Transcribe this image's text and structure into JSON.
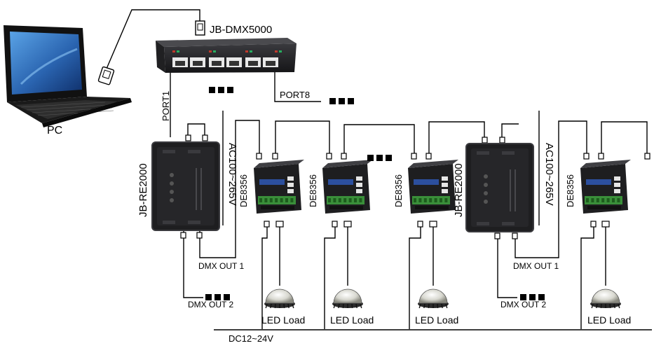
{
  "labels": {
    "pc": "PC",
    "controller": "JB-DMX5000",
    "port1": "PORT1",
    "port8": "PORT8",
    "splitter_1": "JB-RE2000",
    "splitter_2": "JB-RE2000",
    "ac_1": "AC100~265V",
    "ac_2": "AC100~265V",
    "decoder_1": "DE8356",
    "decoder_2": "DE8356",
    "decoder_3": "DE8356",
    "decoder_4": "DE8356",
    "dmx_out1_a": "DMX OUT 1",
    "dmx_out2_a": "DMX OUT 2",
    "dmx_out1_b": "DMX OUT 1",
    "dmx_out2_b": "DMX OUT 2",
    "led_1": "LED Load",
    "led_2": "LED Load",
    "led_3": "LED Load",
    "led_4": "LED Load",
    "power": "DC12~24V"
  },
  "colors": {
    "wire": "#000000",
    "device_body": "#1e1e20",
    "device_edge": "#3a3a3e",
    "screen": "#2c4f9e",
    "terminal_green": "#3a8f3a",
    "laptop_screen": "#2d6fb8",
    "port_led_red": "#c0392b",
    "port_led_green": "#27ae60"
  },
  "icons": {
    "pc": "laptop-icon",
    "controller": "dmx-controller-icon",
    "splitter": "dmx-splitter-icon",
    "decoder": "dmx-decoder-icon",
    "led": "led-dome-light-icon",
    "ellipsis": "ellipsis-squares-icon"
  }
}
